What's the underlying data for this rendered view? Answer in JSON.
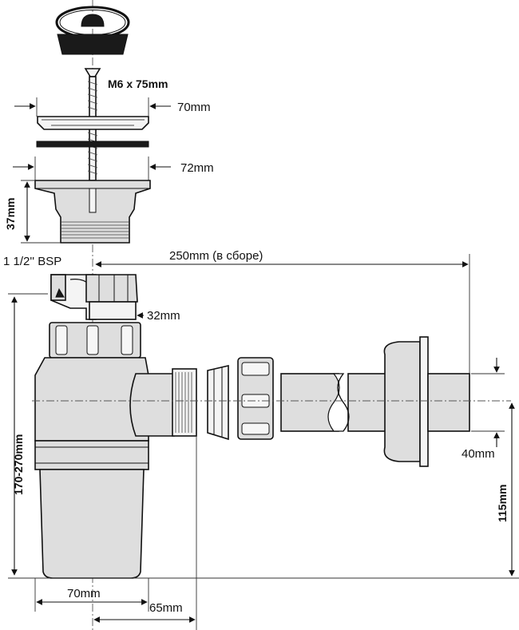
{
  "labels": {
    "screw": "M6 x 75mm",
    "flange_top": "70mm",
    "flange_bottom": "72mm",
    "strainer_height": "37mm",
    "thread": "1 1/2'' BSP",
    "outlet_length": "250mm (в сборе)",
    "pipe_diameter": "32mm",
    "trap_height": "170-270mm",
    "wall_pipe": "40mm",
    "outlet_height": "115mm",
    "bottle_width": "70mm",
    "outlet_offset": "65mm"
  }
}
